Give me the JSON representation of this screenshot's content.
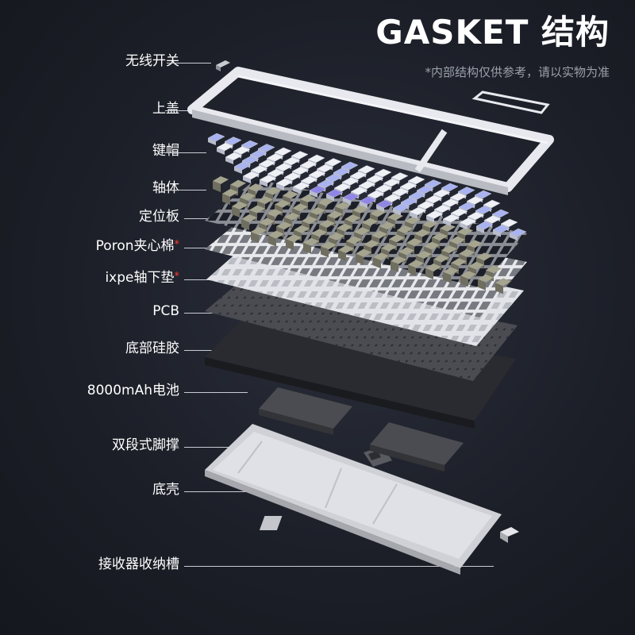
{
  "header": {
    "title": "GASKET 结构",
    "subtitle": "*内部结构仅供参考，请以实物为准"
  },
  "callouts": [
    {
      "id": "switch",
      "text": "无线开关",
      "star": ""
    },
    {
      "id": "top-cover",
      "text": "上盖",
      "star": ""
    },
    {
      "id": "keycaps",
      "text": "键帽",
      "star": ""
    },
    {
      "id": "switches",
      "text": "轴体",
      "star": ""
    },
    {
      "id": "plate",
      "text": "定位板",
      "star": ""
    },
    {
      "id": "poron",
      "text": "Poron夹心棉",
      "star": "*"
    },
    {
      "id": "ixpe",
      "text": "ixpe轴下垫",
      "star": "*"
    },
    {
      "id": "pcb",
      "text": "PCB",
      "star": ""
    },
    {
      "id": "silicone",
      "text": "底部硅胶",
      "star": ""
    },
    {
      "id": "battery",
      "text": "8000mAh电池",
      "star": ""
    },
    {
      "id": "feet",
      "text": "双段式脚撑",
      "star": ""
    },
    {
      "id": "bottom-case",
      "text": "底壳",
      "star": ""
    },
    {
      "id": "receiver-slot",
      "text": "接收器收纳槽",
      "star": ""
    }
  ],
  "colors": {
    "background": "#1c1f28",
    "accent_star": "#ff3b2f",
    "keycap_white": "#eef0f5",
    "keycap_lavender": "#a9b3f0",
    "keycap_purple": "#8f86e6",
    "switch_housing": "#a5a48f",
    "case_white": "#e8e9ee",
    "plate_gray": "#8b8e95",
    "foam_white": "#d8dae0",
    "pcb_dark": "#4a4c52",
    "silicone_black": "#2a2b30",
    "battery_gray": "#48494d"
  }
}
